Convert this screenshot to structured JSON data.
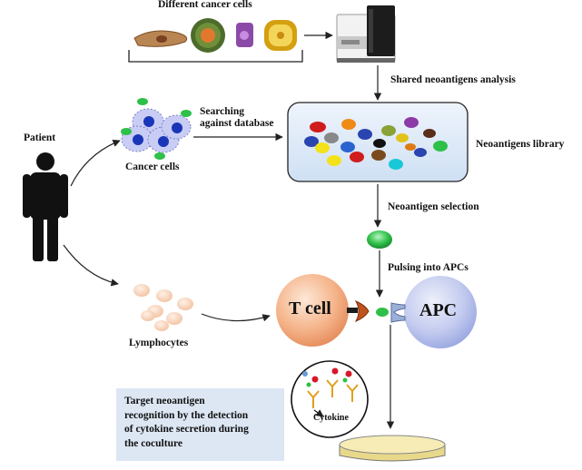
{
  "labels": {
    "different_cancer_cells": "Different cancer cells",
    "shared_analysis": "Shared neoantigens analysis",
    "searching": "Searching\nagainst database",
    "neoantigens_library": "Neoantigens library",
    "patient": "Patient",
    "cancer_cells": "Cancer cells",
    "neoantigen_selection": "Neoantigen selection",
    "pulsing": "Pulsing into APCs",
    "t_cell": "T cell",
    "apc": "APC",
    "lymphocytes": "Lymphocytes",
    "cytokine": "Cytokine",
    "target_recognition": "Target neoantigen\nrecognition by the detection\nof cytokine secretion during\nthe coculture"
  },
  "colors": {
    "library_fill": "#dbe8f8",
    "tcell": "#f0a878",
    "apc": "#b7c3ec",
    "neoantigen": "#2ec048",
    "target_box": "#dde6f3",
    "dish": "#f7ecb6"
  },
  "icons": [
    "sequencer-icon",
    "patient-silhouette-icon",
    "cancer-cell-cluster-icon",
    "neoantigen-capsule-icon",
    "tcr-receptor-icon",
    "mhc-receptor-icon",
    "antibody-icon",
    "petri-dish-icon"
  ]
}
